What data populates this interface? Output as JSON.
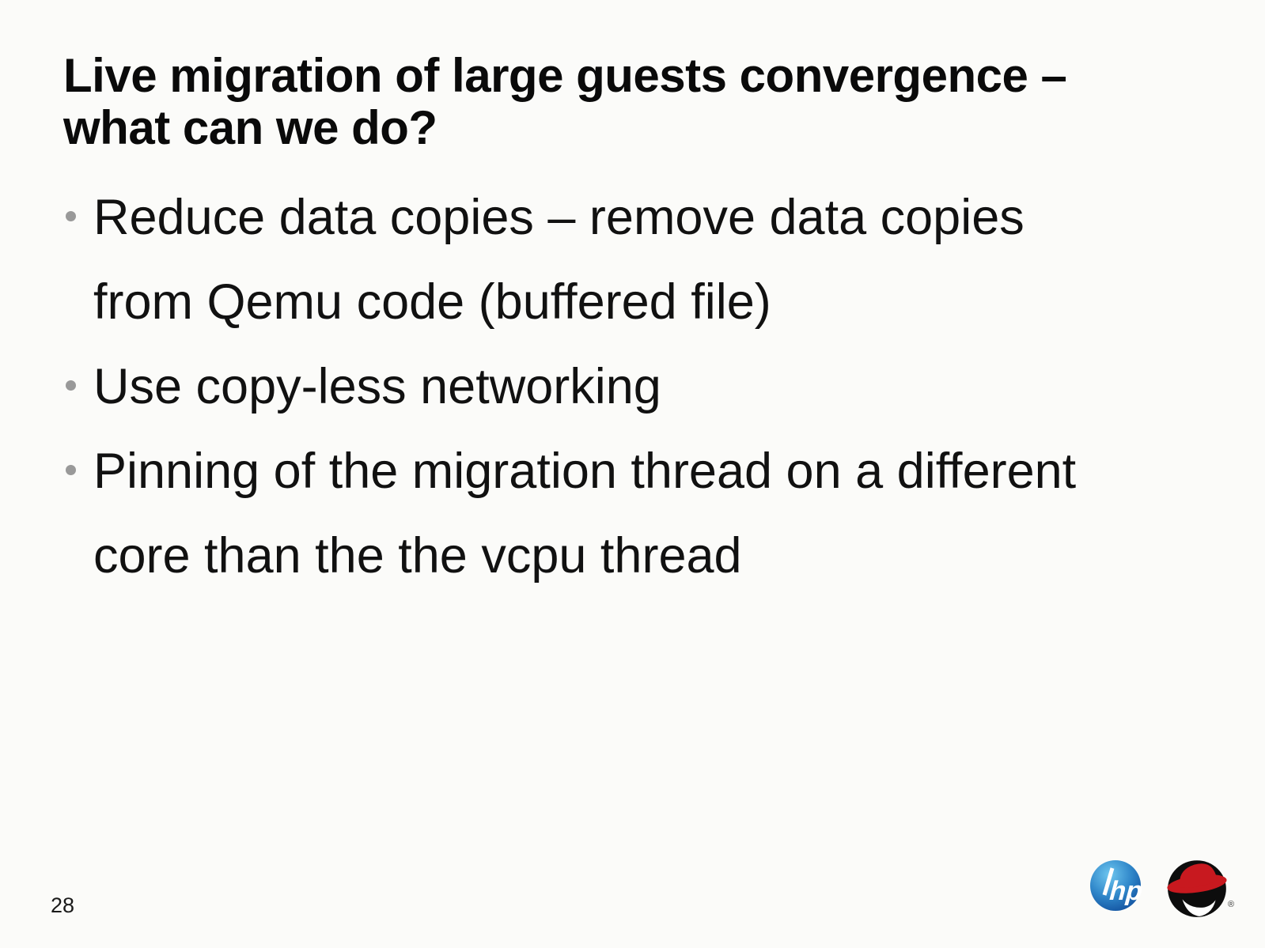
{
  "slide": {
    "title": {
      "lines": [
        "Live migration of large guests convergence –",
        "what can we do?"
      ]
    },
    "bullets": [
      "Reduce data copies – remove data copies from Qemu code (buffered file)",
      "Use copy-less networking",
      "Pinning of the migration thread on a different core than the the vcpu thread"
    ],
    "page_number": "28",
    "logos": {
      "hp_label": "hp",
      "redhat_registered": "®"
    },
    "colors": {
      "background": "#fbfbf9",
      "text": "#0a0a0a",
      "bullet_dot": "#999999",
      "hp_blue_light": "#5fb6e8",
      "hp_blue_dark": "#11509e",
      "redhat_red": "#c8191f",
      "redhat_black": "#0d0d0d"
    }
  }
}
